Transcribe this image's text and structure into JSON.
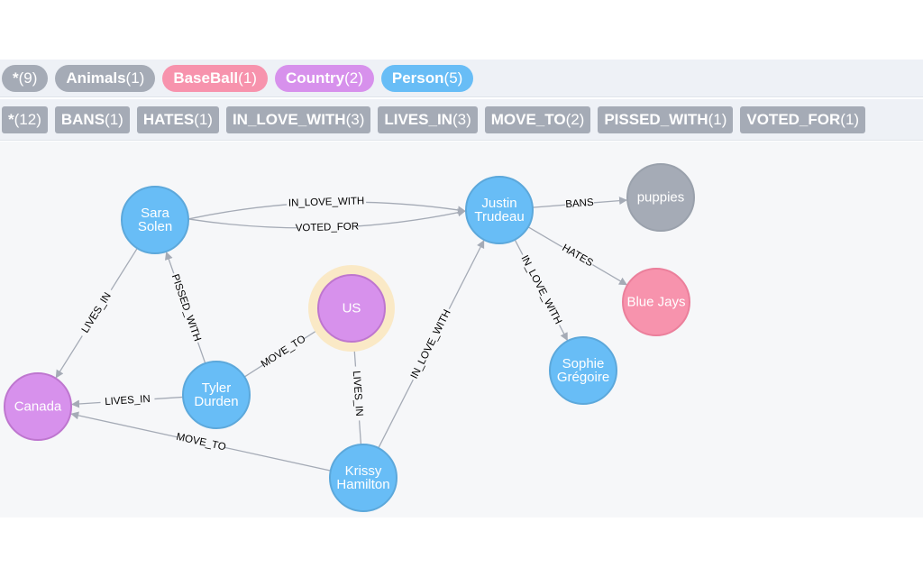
{
  "colors": {
    "Animals": "#a5abb6",
    "BaseBall": "#f793ad",
    "Country": "#d791ec",
    "Person": "#68bdf6",
    "all": "#a5abb6",
    "halo": "#fae9c6"
  },
  "label_pills": [
    {
      "key": "all",
      "name": "*",
      "count": "(9)"
    },
    {
      "key": "Animals",
      "name": "Animals",
      "count": "(1)"
    },
    {
      "key": "BaseBall",
      "name": "BaseBall",
      "count": "(1)"
    },
    {
      "key": "Country",
      "name": "Country",
      "count": "(2)"
    },
    {
      "key": "Person",
      "name": "Person",
      "count": "(5)"
    }
  ],
  "relationship_pills": [
    {
      "name": "*",
      "count": "(12)"
    },
    {
      "name": "BANS",
      "count": "(1)"
    },
    {
      "name": "HATES",
      "count": "(1)"
    },
    {
      "name": "IN_LOVE_WITH",
      "count": "(3)"
    },
    {
      "name": "LIVES_IN",
      "count": "(3)"
    },
    {
      "name": "MOVE_TO",
      "count": "(2)"
    },
    {
      "name": "PISSED_WITH",
      "count": "(1)"
    },
    {
      "name": "VOTED_FOR",
      "count": "(1)"
    }
  ],
  "graph": {
    "nodes": [
      {
        "id": "sara",
        "label": "Person",
        "lines": [
          "Sara",
          "Solen"
        ]
      },
      {
        "id": "justin",
        "label": "Person",
        "lines": [
          "Justin",
          "Trudeau"
        ]
      },
      {
        "id": "puppies",
        "label": "Animals",
        "lines": [
          "puppies"
        ]
      },
      {
        "id": "bluejays",
        "label": "BaseBall",
        "lines": [
          "Blue Jays"
        ]
      },
      {
        "id": "sophie",
        "label": "Person",
        "lines": [
          "Sophie",
          "Grégoire"
        ]
      },
      {
        "id": "us",
        "label": "Country",
        "lines": [
          "US"
        ],
        "selected": true
      },
      {
        "id": "tyler",
        "label": "Person",
        "lines": [
          "Tyler",
          "Durden"
        ]
      },
      {
        "id": "canada",
        "label": "Country",
        "lines": [
          "Canada"
        ]
      },
      {
        "id": "krissy",
        "label": "Person",
        "lines": [
          "Krissy",
          "Hamilton"
        ]
      }
    ],
    "edges": [
      {
        "from": "sara",
        "to": "justin",
        "type": "IN_LOVE_WITH"
      },
      {
        "from": "sara",
        "to": "justin",
        "type": "VOTED_FOR"
      },
      {
        "from": "sara",
        "to": "canada",
        "type": "LIVES_IN"
      },
      {
        "from": "tyler",
        "to": "sara",
        "type": "PISSED_WITH"
      },
      {
        "from": "tyler",
        "to": "us",
        "type": "MOVE_TO"
      },
      {
        "from": "tyler",
        "to": "canada",
        "type": "LIVES_IN"
      },
      {
        "from": "krissy",
        "to": "us",
        "type": "LIVES_IN"
      },
      {
        "from": "krissy",
        "to": "canada",
        "type": "MOVE_TO"
      },
      {
        "from": "krissy",
        "to": "justin",
        "type": "IN_LOVE_WITH"
      },
      {
        "from": "justin",
        "to": "puppies",
        "type": "BANS"
      },
      {
        "from": "justin",
        "to": "bluejays",
        "type": "HATES"
      },
      {
        "from": "justin",
        "to": "sophie",
        "type": "IN_LOVE_WITH"
      }
    ]
  }
}
